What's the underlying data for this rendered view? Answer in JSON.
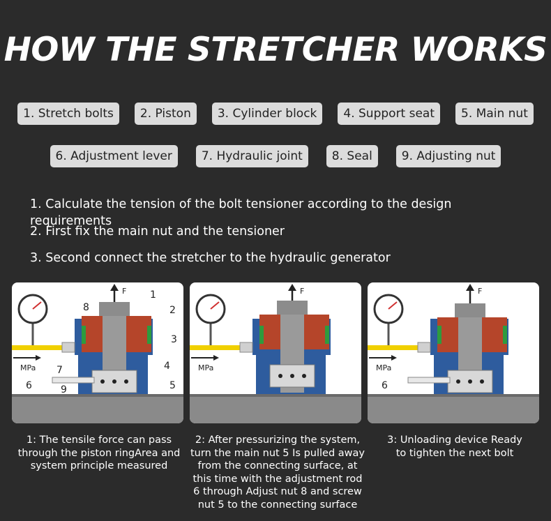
{
  "title": "HOW THE STRETCHER WORKS",
  "parts": [
    "1. Stretch bolts",
    "2. Piston",
    "3. Cylinder block",
    "4. Support seat",
    "5. Main nut",
    "6. Adjustment lever",
    "7. Hydraulic joint",
    "8. Seal",
    "9. Adjusting nut"
  ],
  "steps": [
    "1. Calculate the tension of the bolt tensioner according to the design requirements",
    "2. First fix the main nut and the tensioner",
    "3. Second connect the stretcher to the hydraulic generator"
  ],
  "diagram_labels": {
    "force": "F",
    "pressure": "MPa",
    "callouts": [
      "1",
      "2",
      "3",
      "4",
      "5",
      "6",
      "7",
      "8",
      "9"
    ]
  },
  "captions": [
    [
      "1: The tensile force can pass",
      "through the piston ringArea and",
      "system principle measured"
    ],
    [
      "2: After pressurizing the system,",
      "turn the main nut 5 Is pulled away",
      "from the connecting surface, at",
      "this time with the adjustment rod",
      "6 through Adjust nut 8 and screw",
      "nut 5 to the connecting surface"
    ],
    [
      "3: Unloading device Ready",
      "to tighten the next bolt"
    ]
  ],
  "colors": {
    "background": "#2b2b2b",
    "tag_background": "#dcdcdc",
    "cylinder_blue": "#2e5c9e",
    "piston_red": "#b5452a",
    "bolt_gray": "#9a9a9a",
    "hydraulic_yellow": "#f0d000",
    "seal_green": "#2e9b3e",
    "base_gray": "#8a8a8a"
  },
  "icons": [
    "pressure-gauge-icon",
    "force-arrow-icon"
  ]
}
